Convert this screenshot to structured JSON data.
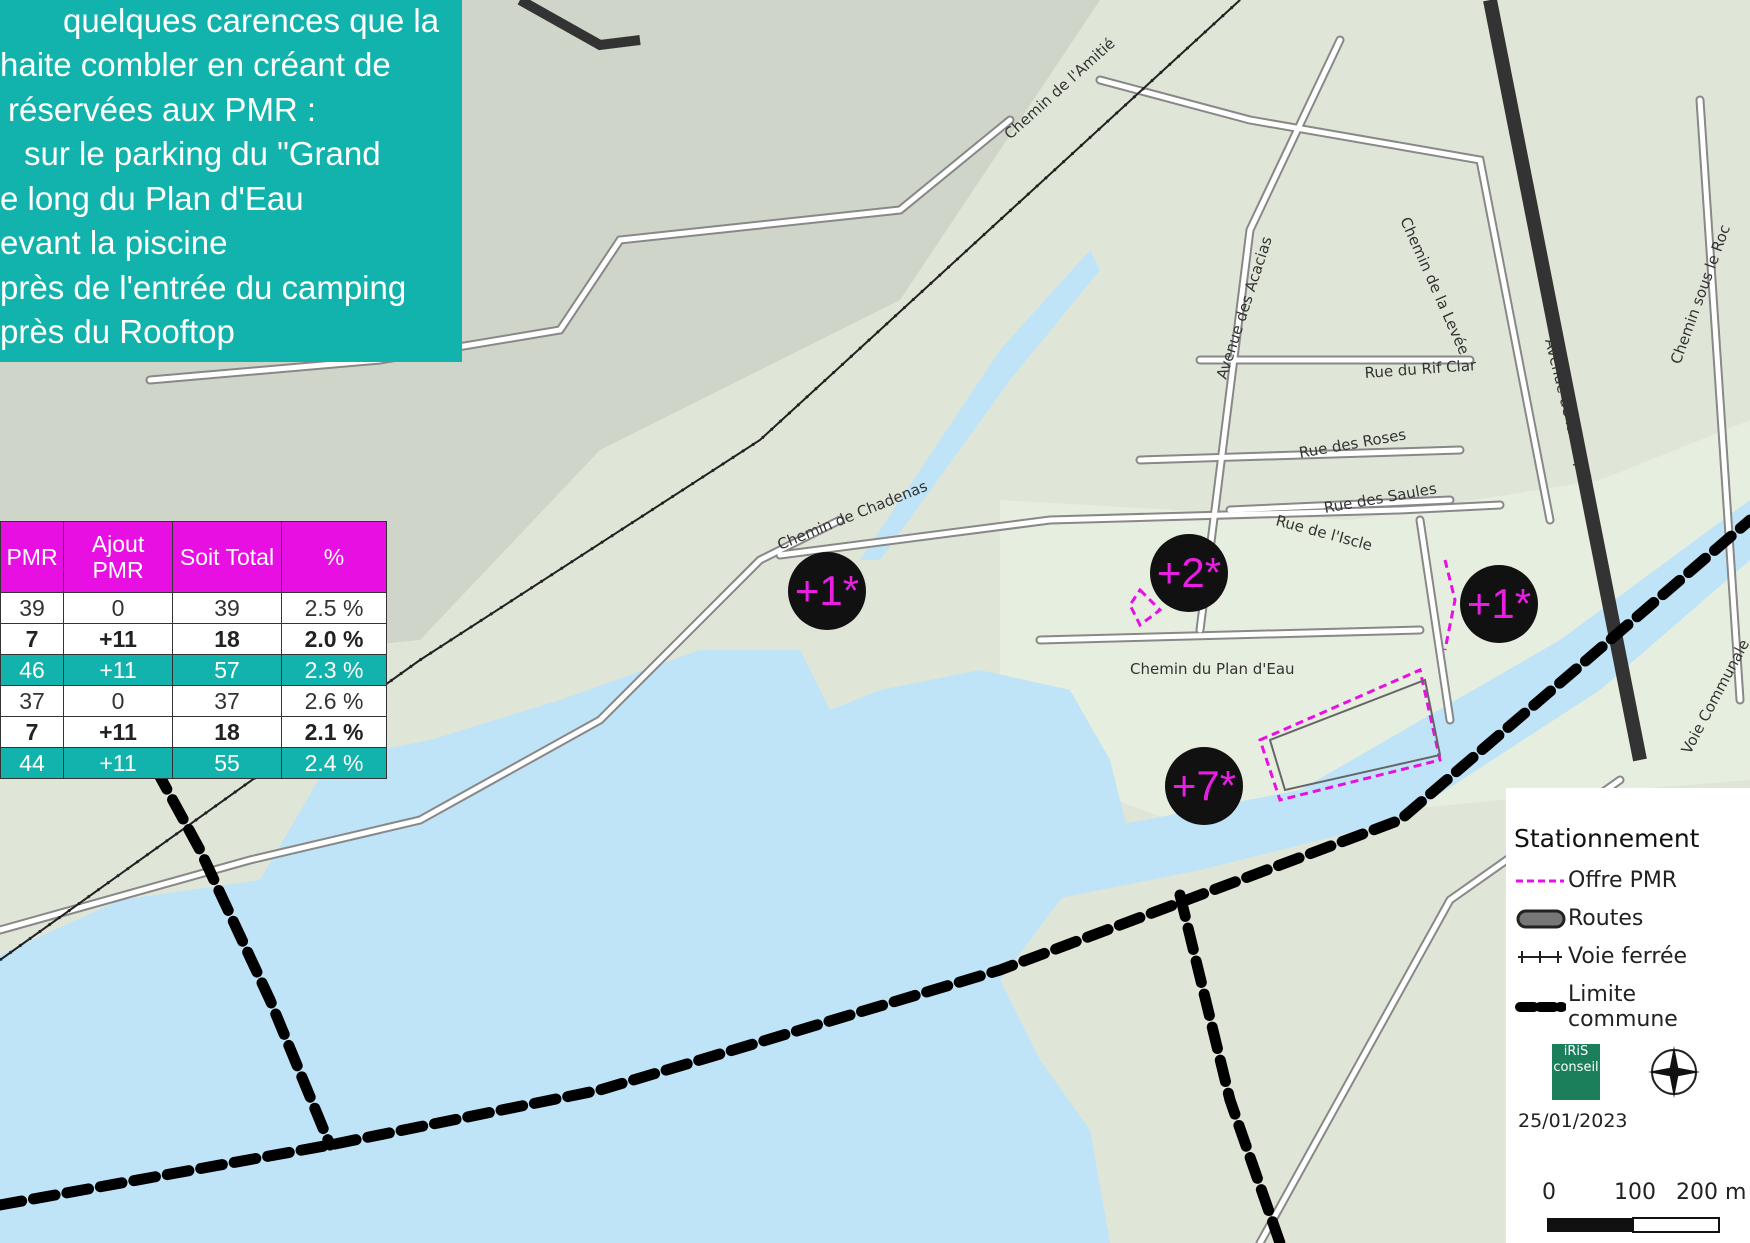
{
  "callout": {
    "lines": [
      "quelques carences que la",
      "haite combler en créant de",
      "réservées aux PMR :",
      "sur le parking du \"Grand",
      "e long du Plan d'Eau",
      "evant la piscine",
      "près de l'entrée du camping",
      "près du Rooftop"
    ]
  },
  "table": {
    "headers": [
      "PMR",
      "Ajout PMR",
      "Soit Total",
      "%"
    ],
    "rows": [
      {
        "type": "base",
        "cells": [
          "39",
          "0",
          "39",
          "2.5 %"
        ]
      },
      {
        "type": "sub",
        "cells": [
          "7",
          "+11",
          "18",
          "2.0 %"
        ]
      },
      {
        "type": "tot",
        "cells": [
          "46",
          "+11",
          "57",
          "2.3 %"
        ]
      },
      {
        "type": "base",
        "cells": [
          "37",
          "0",
          "37",
          "2.6 %"
        ]
      },
      {
        "type": "sub",
        "cells": [
          "7",
          "+11",
          "18",
          "2.1 %"
        ]
      },
      {
        "type": "tot",
        "cells": [
          "44",
          "+11",
          "55",
          "2.4 %"
        ]
      }
    ]
  },
  "badges": [
    "+1*",
    "+2*",
    "+1*",
    "+7*"
  ],
  "roads": {
    "amitie": "Chemin de l'Amitié",
    "chadenas": "Chemin de Chadenas",
    "acacias": "Avenue des Acacias",
    "levee": "Chemin de la Levée",
    "rif_clar": "Rue du Rif Clar",
    "roses": "Rue des Roses",
    "saules": "Rue des Saules",
    "iscle": "Rue de l'Iscle",
    "clapiere": "Avenue de la Clapière",
    "sous_roc": "Chemin sous le Roc",
    "plan_eau": "Chemin du Plan d'Eau",
    "voie_communale": "Voie Communale"
  },
  "legend": {
    "title": "Stationnement",
    "items": [
      "Offre PMR",
      "Routes",
      "Voie ferrée",
      "Limite commune"
    ],
    "logo_text": "iRiS conseil",
    "date": "25/01/2023",
    "scale": [
      "0",
      "100",
      "200 m"
    ]
  },
  "colors": {
    "teal": "#13b3ad",
    "magenta": "#e80fe3",
    "water": "#bfe3f7",
    "land": "#dfe6d8"
  }
}
